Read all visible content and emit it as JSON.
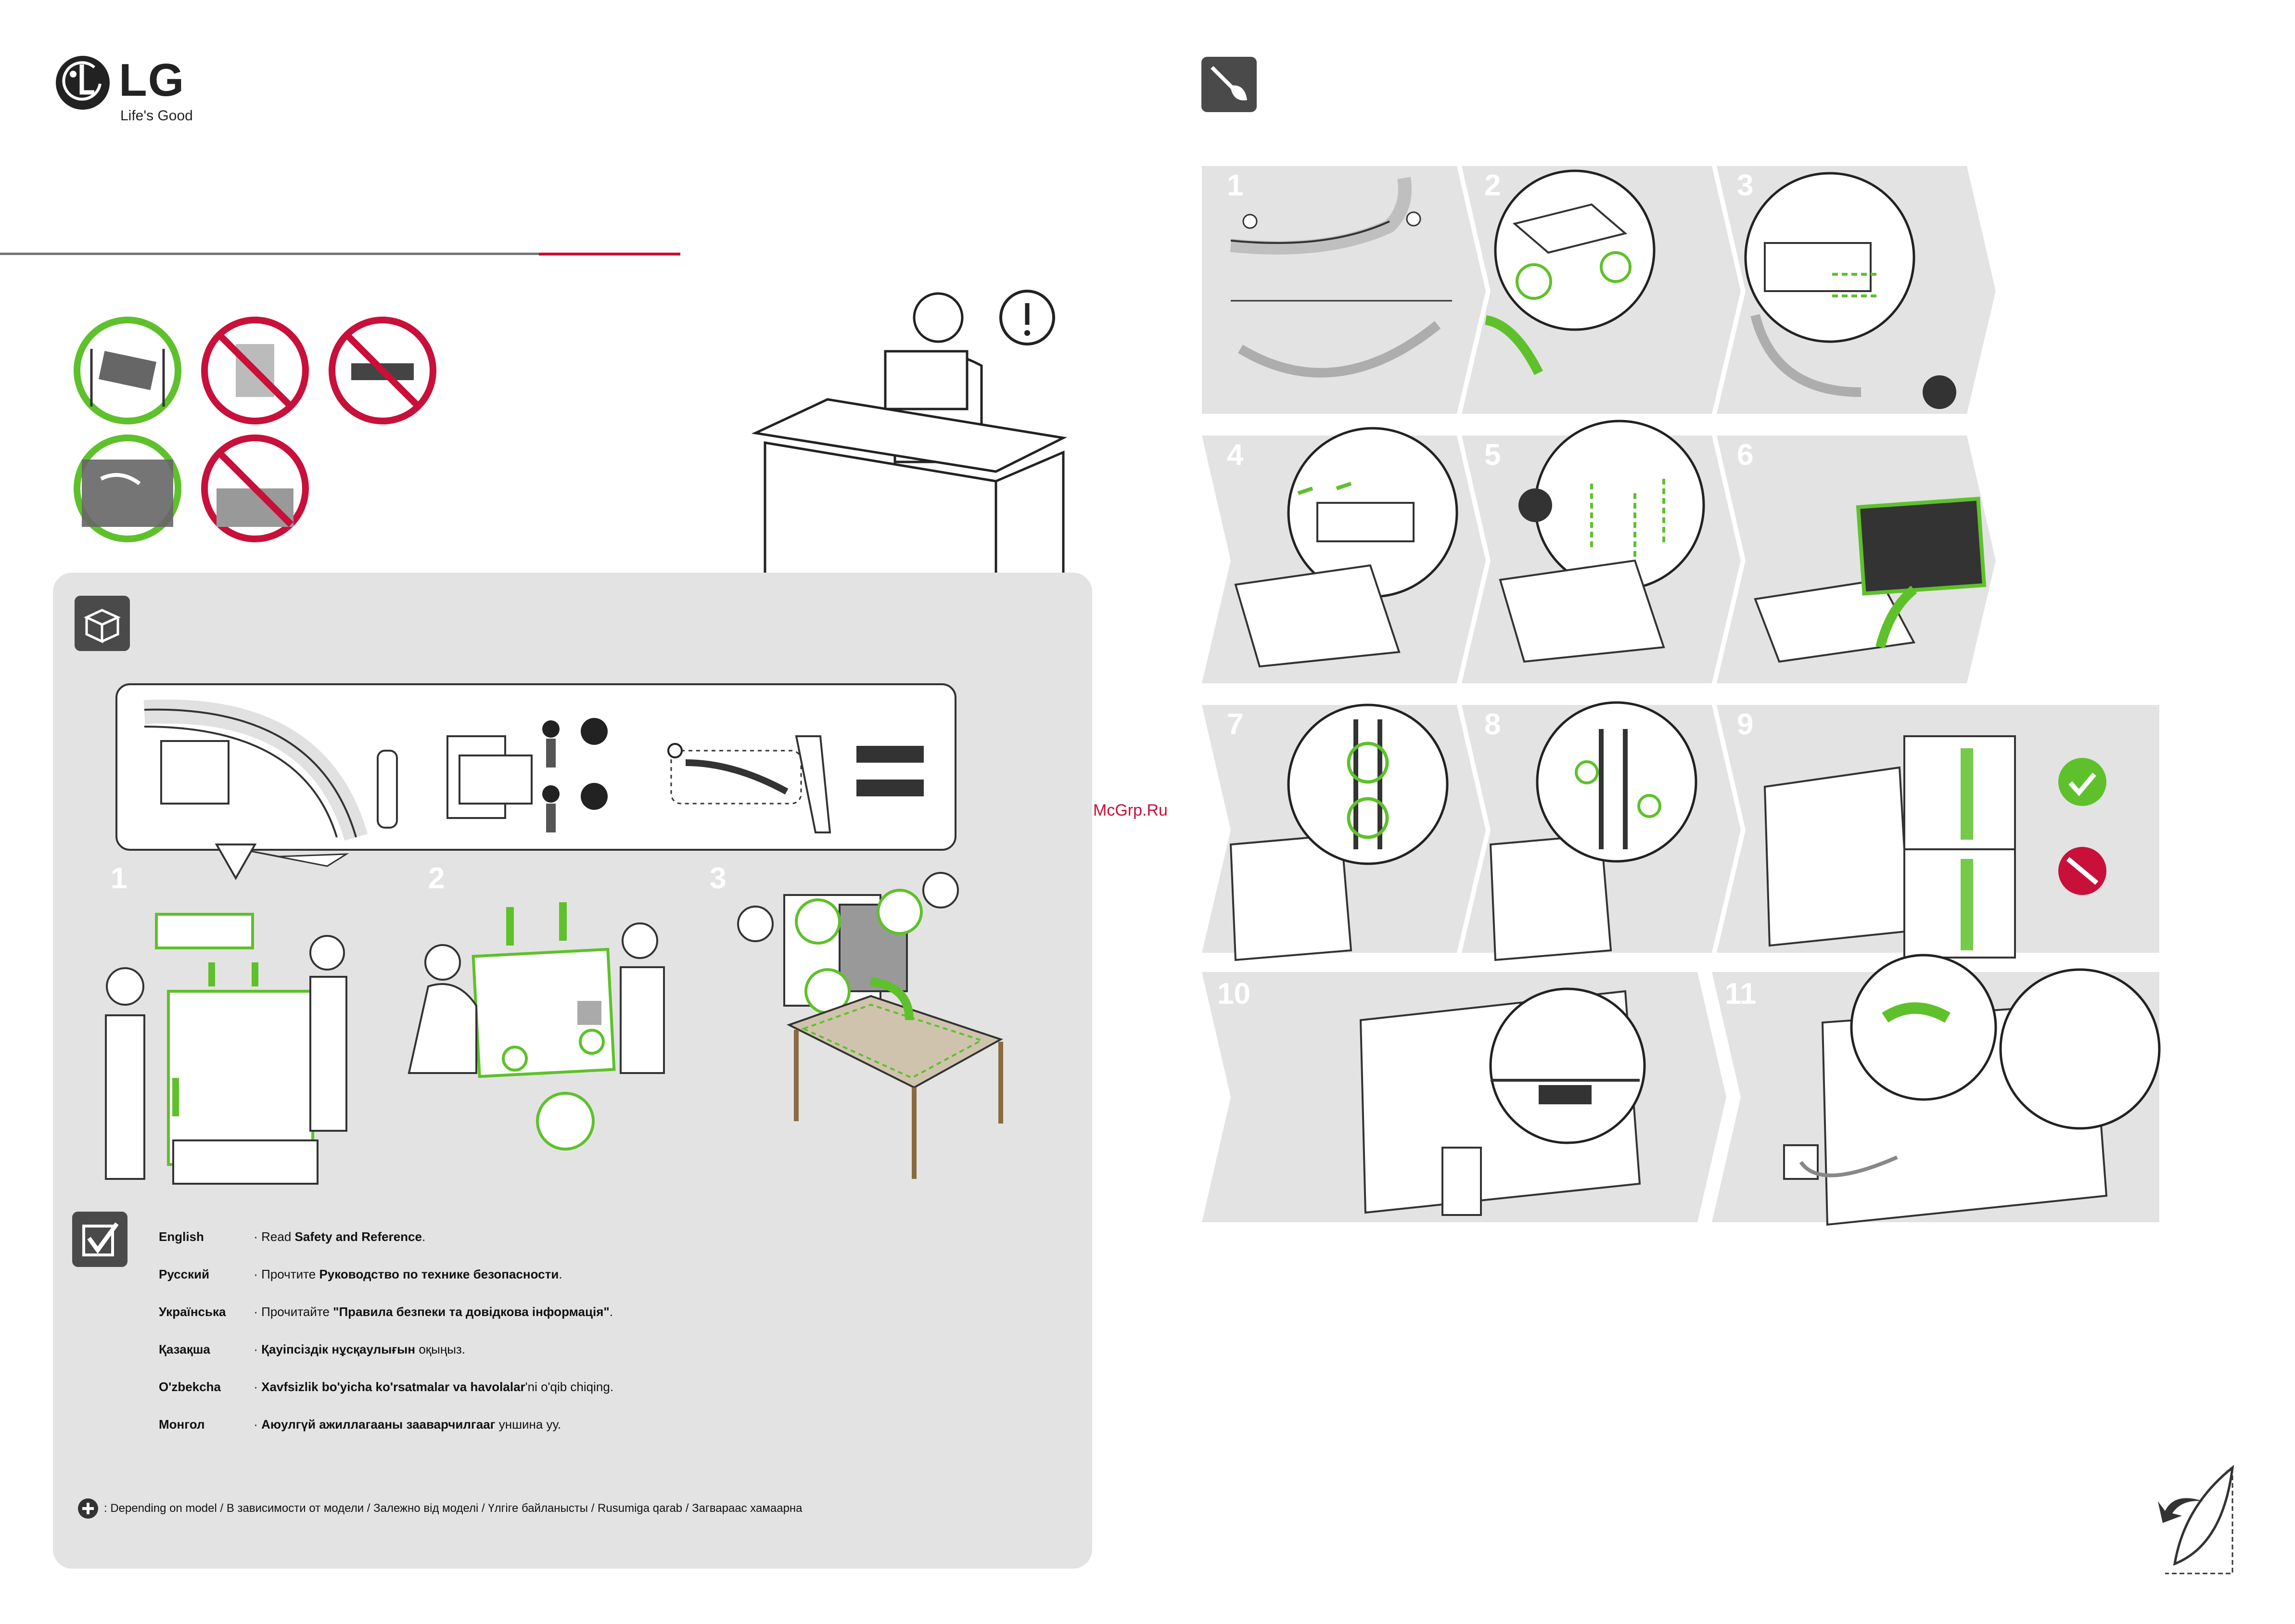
{
  "brand": {
    "logo": "LG",
    "tagline": "Life's Good"
  },
  "accent_color": "#c8103a",
  "highlight_color": "#5ec12b",
  "icons": {
    "tools": "screwdriver-hand-icon",
    "box": "box-icon",
    "check": "checkbox-icon",
    "warning": "exclamation-icon",
    "plus": "plus-circle-icon",
    "page_turn": "page-turn-icon"
  },
  "watermark": "McGrp.Ru",
  "unbox_steps": [
    "1",
    "2",
    "3"
  ],
  "assembly_steps": [
    "1",
    "2",
    "3",
    "4",
    "5",
    "6",
    "7",
    "8",
    "9",
    "10",
    "11"
  ],
  "languages": [
    {
      "name": "English",
      "pre": "Read ",
      "bold": "Safety and Reference",
      "post": "."
    },
    {
      "name": "Русский",
      "pre": "Прочтите ",
      "bold": "Руководство по технике безопасности",
      "post": "."
    },
    {
      "name": "Українська",
      "pre": "Прочитайте ",
      "bold": "\"Правила безпеки та довідкова інформація\"",
      "post": "."
    },
    {
      "name": "Қазақша",
      "pre": "",
      "bold": "Қауіпсіздік нұсқаулығын",
      "post": " оқыңыз."
    },
    {
      "name": "O'zbekcha",
      "pre": "",
      "bold": "Xavfsizlik bo'yicha ko'rsatmalar va havolalar",
      "post": "'ni  o'qib chiqing."
    },
    {
      "name": "Монгол",
      "pre": "",
      "bold": "Аюулгүй ажиллагааны зааварчилгааг",
      "post": " уншина уу."
    }
  ],
  "model_note": ": Depending on model / В зависимости от модели / Залежно від моделі / Үлгіге байланысты / Rusumiga qarab / Загвараас хамаарна"
}
